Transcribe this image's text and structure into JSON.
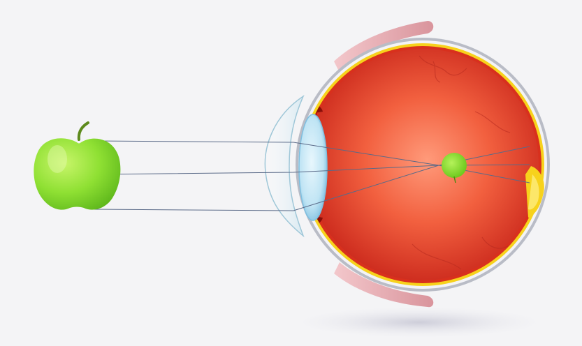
{
  "diagram": {
    "objects": [
      {
        "name": "apple",
        "icon": "apple-icon",
        "color": "#8fe033"
      },
      {
        "name": "eye",
        "icon": "eyeball-cross-section",
        "color": "#e8422c"
      }
    ],
    "parts": [
      "eyelid",
      "cornea",
      "iris",
      "lens",
      "vitreous-body",
      "retina",
      "focal-point",
      "optic-nerve"
    ],
    "colors": {
      "background": "#f4f4f6",
      "apple_green": "#8fe033",
      "eye_red": "#e8422c",
      "retina_yellow": "#f7d21c",
      "lens_blue": "#bfe4f4",
      "eyelid_pink": "#e9b3b8",
      "ray_line": "#5a6a88"
    },
    "rays": 3
  }
}
